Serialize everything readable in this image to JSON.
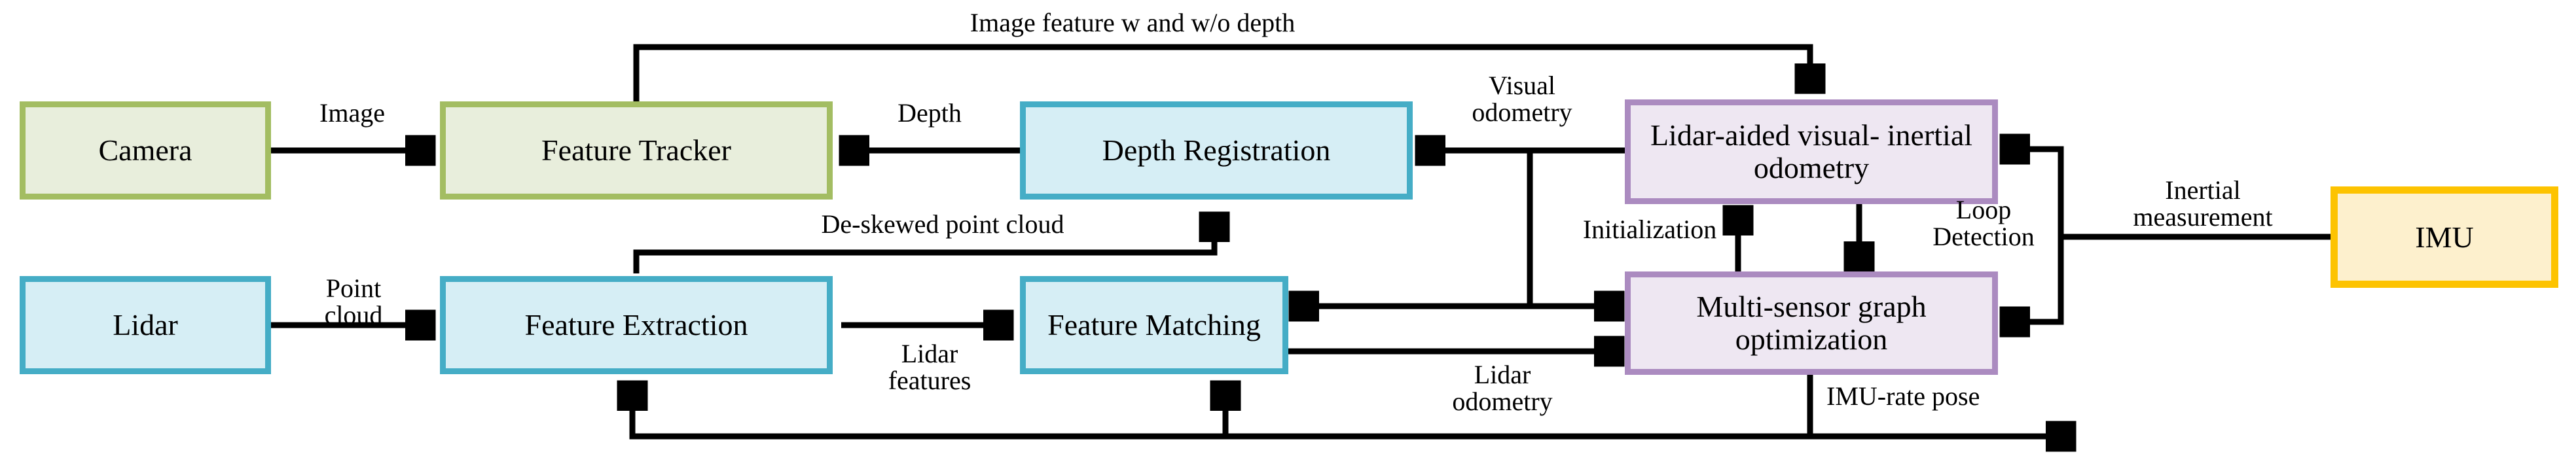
{
  "diagram": {
    "title": "Lidar-visual-inertial SLAM system pipeline",
    "palette": {
      "sensor_camera_border": "#a3bd62",
      "sensor_camera_fill": "#e8eedc",
      "lidar_module_border": "#45adc6",
      "lidar_module_fill": "#d6eef5",
      "optimization_border": "#ab8bc0",
      "optimization_fill": "#eee7f2",
      "imu_border": "#fdc300",
      "imu_fill": "#fdf0cd",
      "arrow_color": "#000000",
      "background": "#ffffff"
    },
    "nodes": [
      {
        "id": "camera",
        "label": "Camera",
        "group": "green"
      },
      {
        "id": "feature-tracker",
        "label": "Feature Tracker",
        "group": "green"
      },
      {
        "id": "depth-registration",
        "label": "Depth Registration",
        "group": "blue"
      },
      {
        "id": "lidar",
        "label": "Lidar",
        "group": "blue"
      },
      {
        "id": "feature-extraction",
        "label": "Feature Extraction",
        "group": "blue"
      },
      {
        "id": "feature-matching",
        "label": "Feature Matching",
        "group": "blue"
      },
      {
        "id": "lidar-aided-vio",
        "label": "Lidar-aided visual-\ninertial odometry",
        "group": "purple"
      },
      {
        "id": "graph-optimization",
        "label": "Multi-sensor graph\noptimization",
        "group": "purple"
      },
      {
        "id": "imu",
        "label": "IMU",
        "group": "yellow"
      }
    ],
    "edges": [
      {
        "id": "image",
        "label": "Image",
        "from": "camera",
        "to": "feature-tracker"
      },
      {
        "id": "depth",
        "label": "Depth",
        "from": "depth-registration",
        "to": "feature-tracker"
      },
      {
        "id": "image-feature",
        "label": "Image feature w and w/o depth",
        "from": "feature-tracker",
        "to": "lidar-aided-vio"
      },
      {
        "id": "visual-odometry",
        "label": "Visual\nodometry",
        "from": "lidar-aided-vio",
        "to": "depth-registration"
      },
      {
        "id": "point-cloud",
        "label": "Point\ncloud",
        "from": "lidar",
        "to": "feature-extraction"
      },
      {
        "id": "de-skewed-point-cloud",
        "label": "De-skewed point cloud",
        "from": "feature-extraction",
        "to": "depth-registration"
      },
      {
        "id": "lidar-features",
        "label": "Lidar\nfeatures",
        "from": "feature-extraction",
        "to": "feature-matching"
      },
      {
        "id": "initialization",
        "label": "Initialization",
        "from": "graph-optimization",
        "to": "lidar-aided-vio"
      },
      {
        "id": "loop-detection",
        "label": "Loop\nDetection",
        "from": "lidar-aided-vio",
        "to": "graph-optimization"
      },
      {
        "id": "lidar-odometry",
        "label": "Lidar\nodometry",
        "from": "feature-matching",
        "to": "graph-optimization"
      },
      {
        "id": "inertial-measurement",
        "label": "Inertial\nmeasurement",
        "from": "imu",
        "to": "lidar-aided-vio"
      },
      {
        "id": "imu-rate-pose",
        "label": "IMU-rate pose",
        "from": "graph-optimization",
        "to": "feature-extraction"
      }
    ]
  }
}
